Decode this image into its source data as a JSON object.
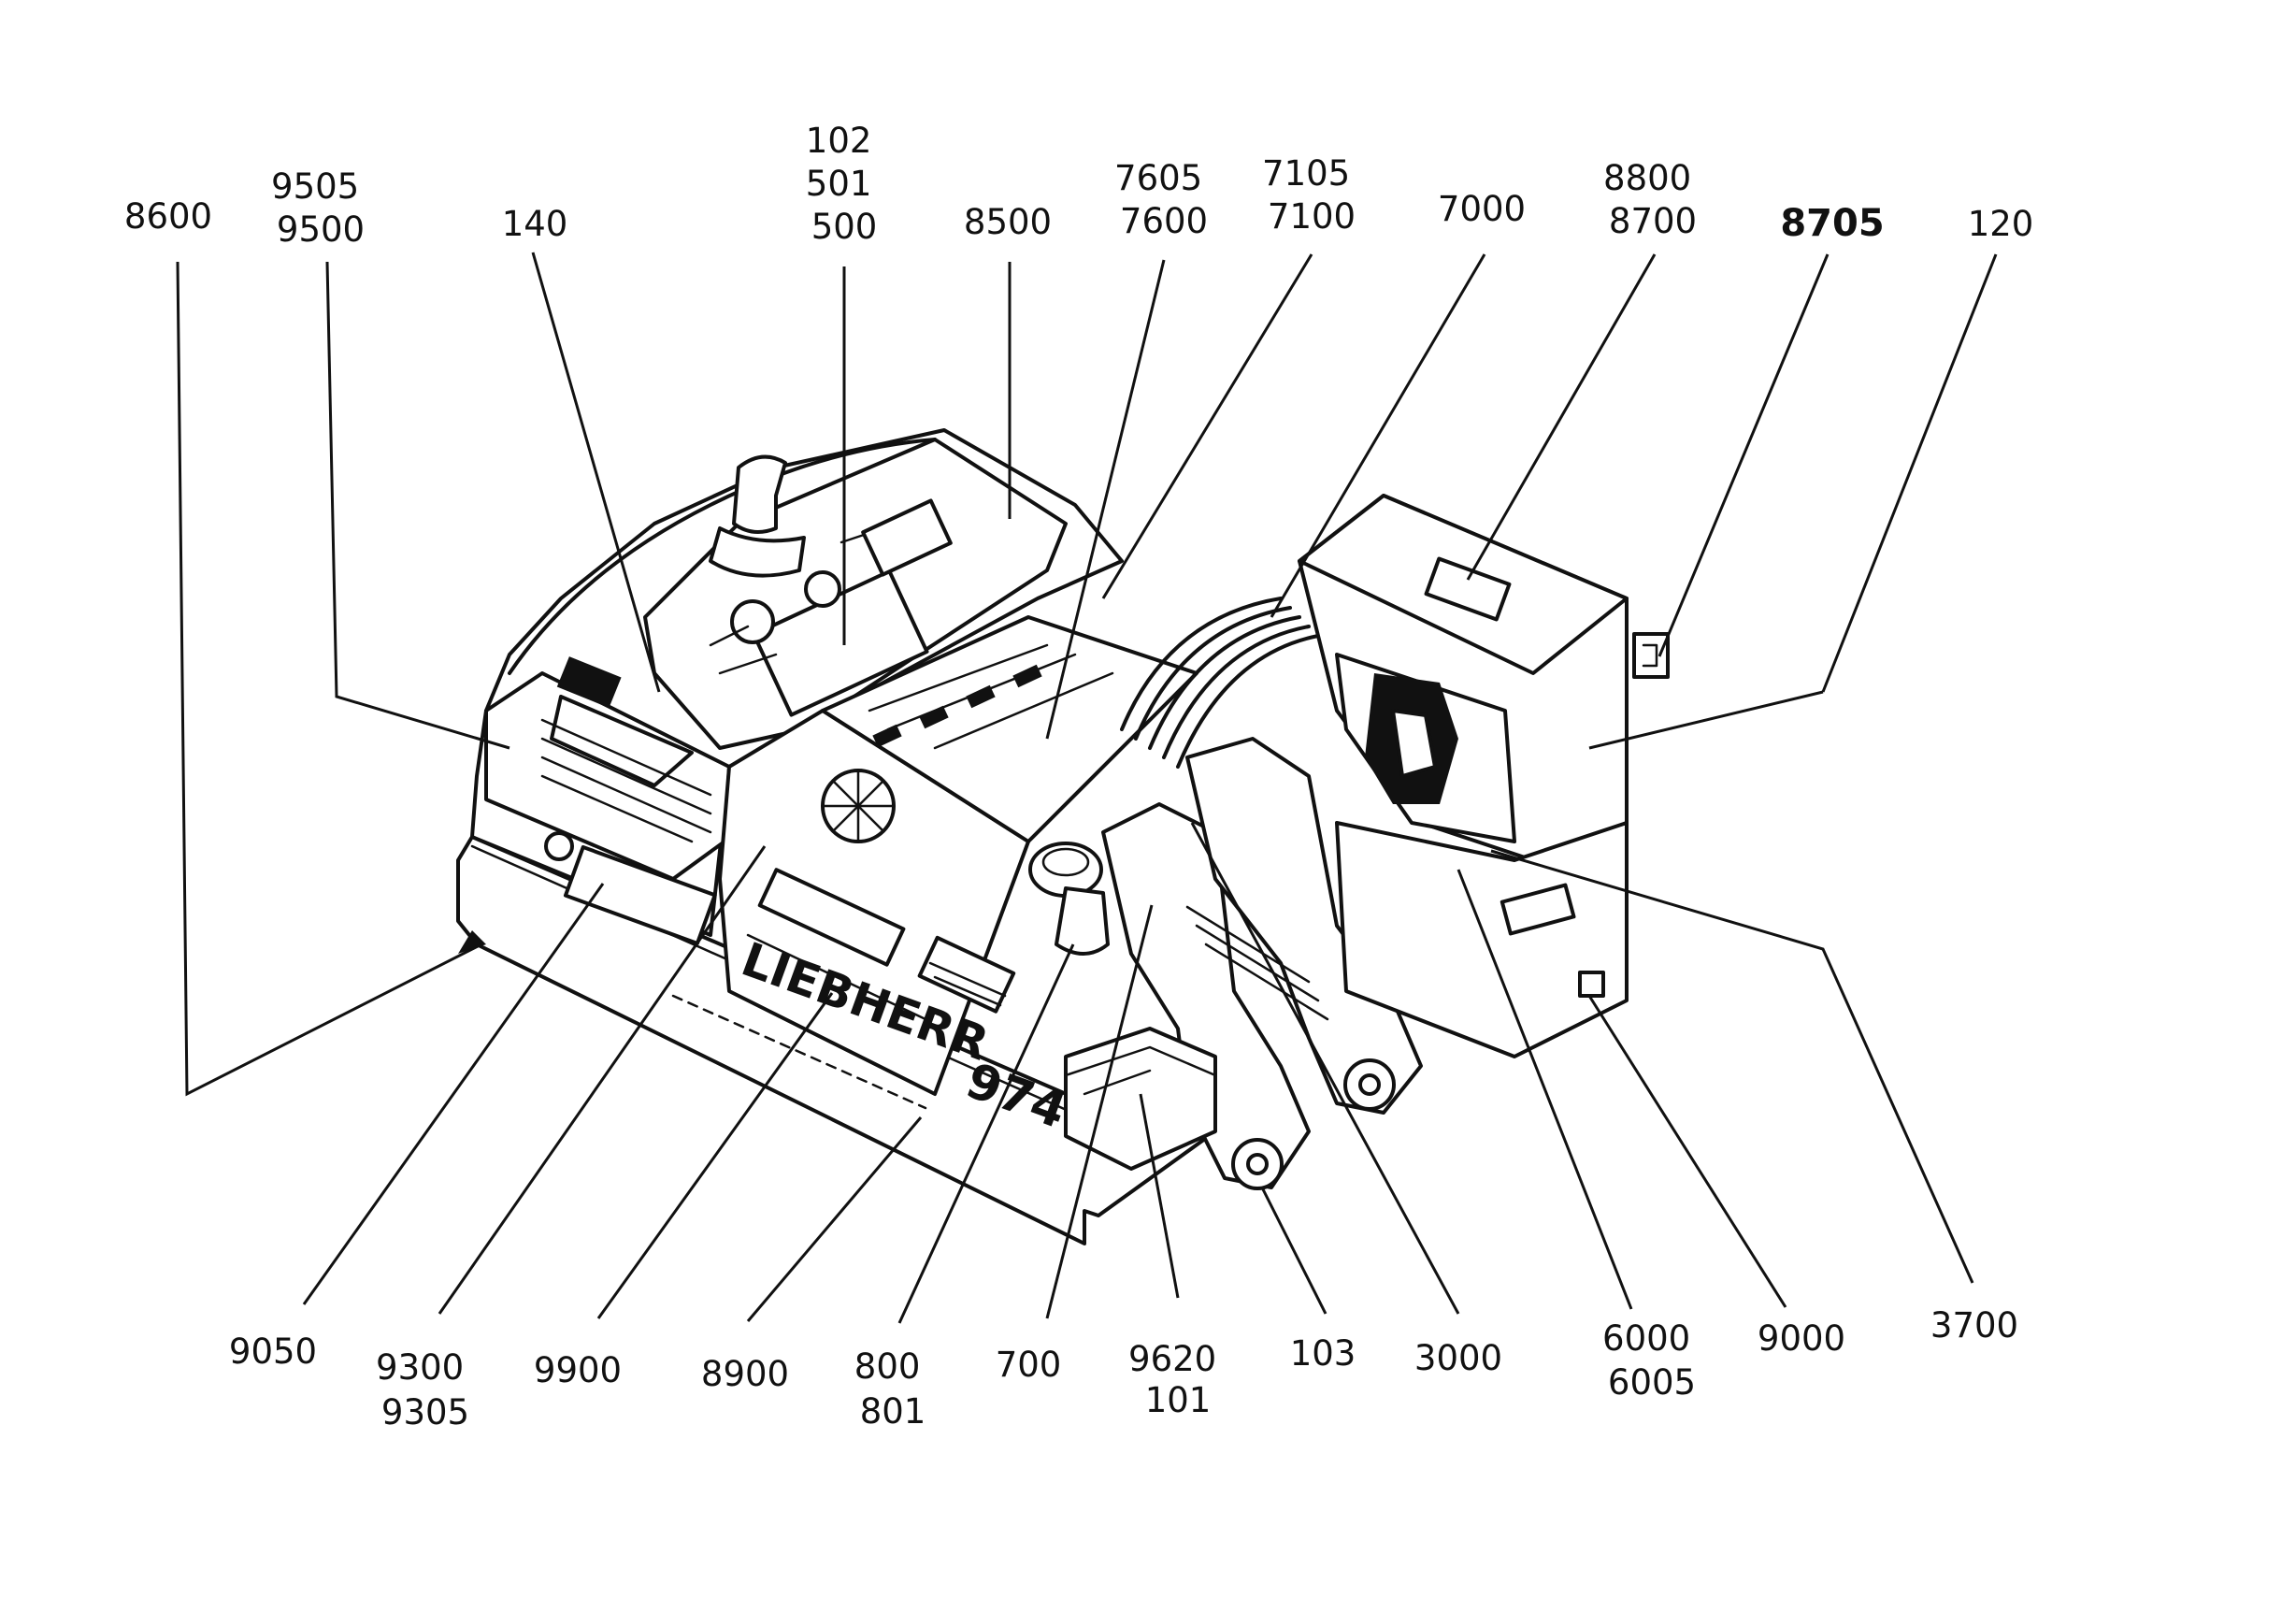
{
  "brand": "LIEBHERR",
  "model": "974",
  "callouts_top": [
    {
      "id": "c-8600",
      "lines": [
        "8600"
      ]
    },
    {
      "id": "c-9505-9500",
      "lines": [
        "9505",
        "9500"
      ]
    },
    {
      "id": "c-140",
      "lines": [
        "140"
      ]
    },
    {
      "id": "c-102-501-500",
      "lines": [
        "102",
        "501",
        "500"
      ]
    },
    {
      "id": "c-8500",
      "lines": [
        "8500"
      ]
    },
    {
      "id": "c-7605-7600",
      "lines": [
        "7605",
        "7600"
      ]
    },
    {
      "id": "c-7105-7100",
      "lines": [
        "7105",
        "7100"
      ]
    },
    {
      "id": "c-7000",
      "lines": [
        "7000"
      ]
    },
    {
      "id": "c-8800-8700",
      "lines": [
        "8800",
        "8700"
      ]
    },
    {
      "id": "c-8705",
      "lines": [
        "8705"
      ]
    },
    {
      "id": "c-120",
      "lines": [
        "120"
      ]
    }
  ],
  "callouts_bottom": [
    {
      "id": "c-9050",
      "lines": [
        "9050"
      ]
    },
    {
      "id": "c-9300-9305",
      "lines": [
        "9300",
        "9305"
      ]
    },
    {
      "id": "c-9900",
      "lines": [
        "9900"
      ]
    },
    {
      "id": "c-8900",
      "lines": [
        "8900"
      ]
    },
    {
      "id": "c-800-801",
      "lines": [
        "800",
        "801"
      ]
    },
    {
      "id": "c-700",
      "lines": [
        "700"
      ]
    },
    {
      "id": "c-9620-101",
      "lines": [
        "9620",
        "101"
      ]
    },
    {
      "id": "c-103",
      "lines": [
        "103"
      ]
    },
    {
      "id": "c-3000",
      "lines": [
        "3000"
      ]
    },
    {
      "id": "c-6000-6005",
      "lines": [
        "6000",
        "6005"
      ]
    },
    {
      "id": "c-9000",
      "lines": [
        "9000"
      ]
    },
    {
      "id": "c-3700",
      "lines": [
        "3700"
      ]
    }
  ]
}
